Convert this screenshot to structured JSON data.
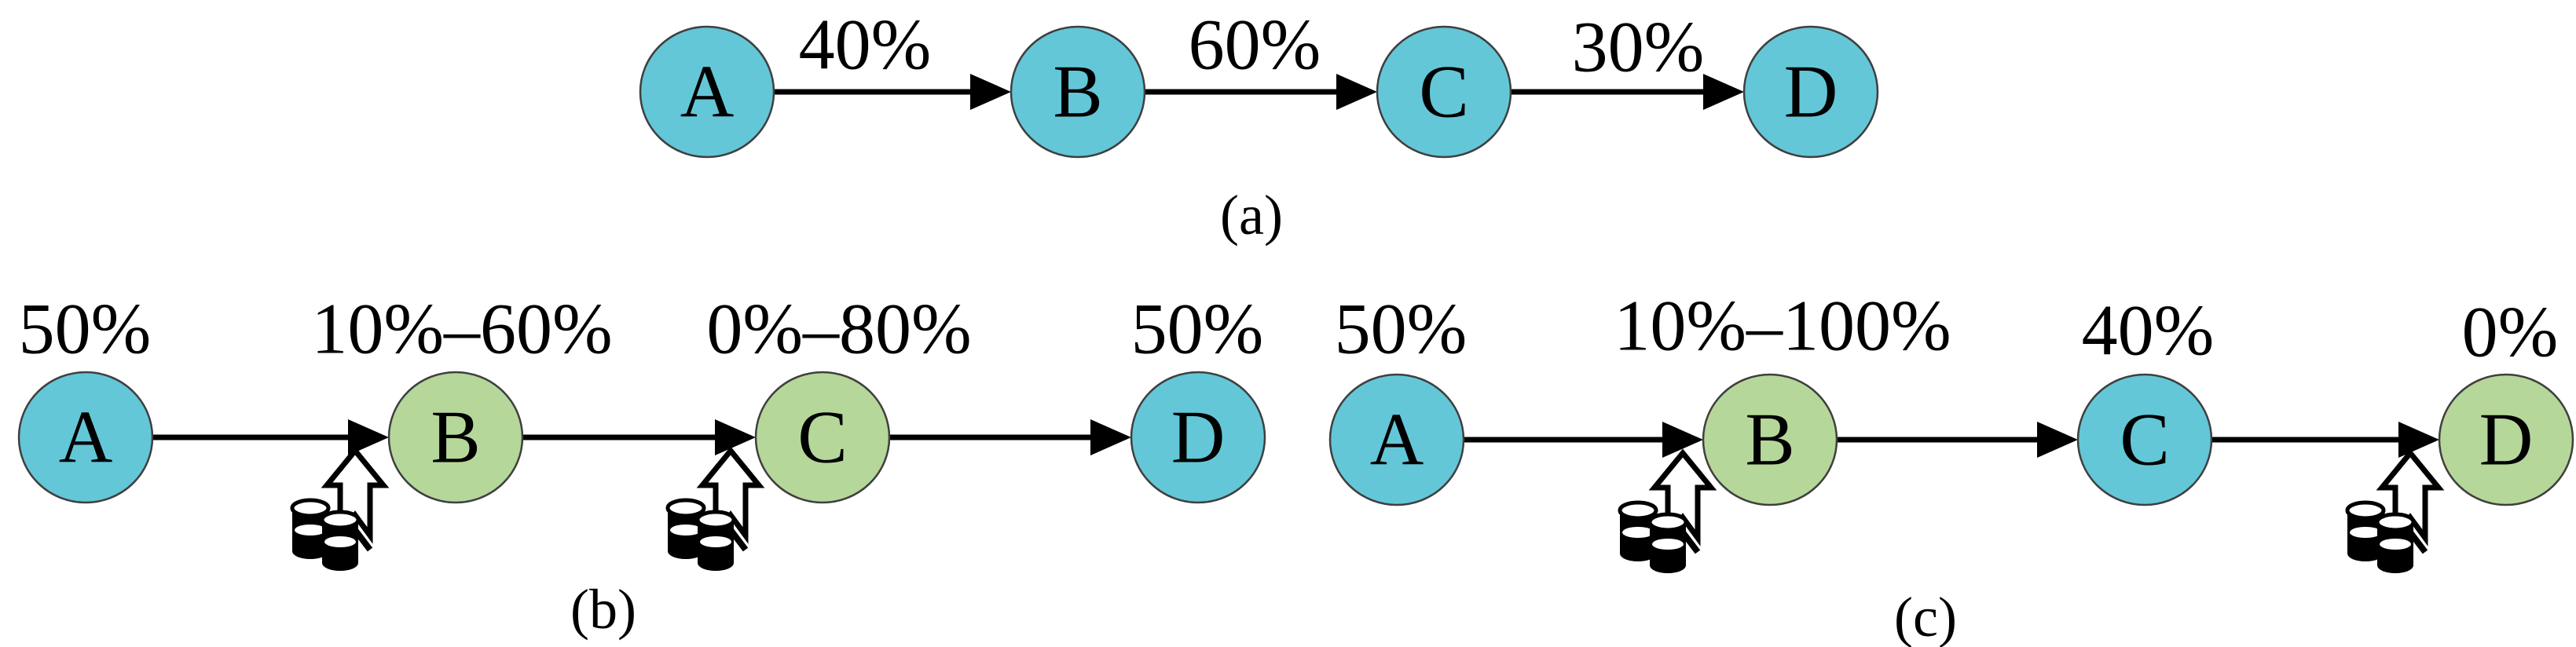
{
  "figure": {
    "description": "Three chain diagrams of nodes A to D with transition percentages",
    "captions": {
      "a": "(a)",
      "b": "(b)",
      "c": "(c)"
    }
  },
  "colors": {
    "node_cyan": "#63c7d8",
    "node_green": "#b6d79a",
    "node_border": "#3f3f3f",
    "arrow_black": "#000000",
    "background": "#ffffff"
  },
  "diagram_a": {
    "caption": "(a)",
    "nodes": [
      {
        "label": "A"
      },
      {
        "label": "B"
      },
      {
        "label": "C"
      },
      {
        "label": "D"
      }
    ],
    "edges": [
      {
        "label": "40%"
      },
      {
        "label": "60%"
      },
      {
        "label": "30%"
      }
    ]
  },
  "diagram_b": {
    "caption": "(b)",
    "nodes": [
      {
        "label": "A",
        "prob": "50%"
      },
      {
        "label": "B",
        "prob": "10%–60%"
      },
      {
        "label": "C",
        "prob": "0%–80%"
      },
      {
        "label": "D",
        "prob": "50%"
      }
    ]
  },
  "diagram_c": {
    "caption": "(c)",
    "nodes": [
      {
        "label": "A",
        "prob": "50%"
      },
      {
        "label": "B",
        "prob": "10%–100%"
      },
      {
        "label": "C",
        "prob": "40%"
      },
      {
        "label": "D",
        "prob": "0%"
      }
    ]
  },
  "icons": {
    "cost_icon_name": "coins-with-up-arrow"
  }
}
